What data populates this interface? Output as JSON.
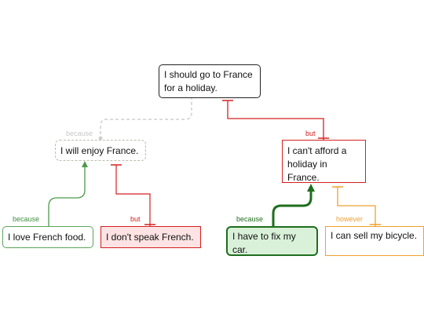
{
  "nodes": {
    "claim": {
      "text": "I should go to France for a holiday."
    },
    "enjoy": {
      "text": "I will enjoy France."
    },
    "afford": {
      "text": "I can't afford a holiday in France."
    },
    "food": {
      "text": "I love French food."
    },
    "french": {
      "text": "I don't speak French."
    },
    "car": {
      "text": "I have to fix my car."
    },
    "bike": {
      "text": "I can sell my bicycle."
    }
  },
  "links": {
    "enjoy_claim": {
      "label": "because",
      "color": "#c8c8c8"
    },
    "afford_claim": {
      "label": "but",
      "color": "#d42020"
    },
    "food_enjoy": {
      "label": "because",
      "color": "#3f8f3f"
    },
    "french_enjoy": {
      "label": "but",
      "color": "#d42020"
    },
    "car_afford": {
      "label": "because",
      "color": "#1e6e1e"
    },
    "bike_afford": {
      "label": "however",
      "color": "#f0a030"
    }
  }
}
